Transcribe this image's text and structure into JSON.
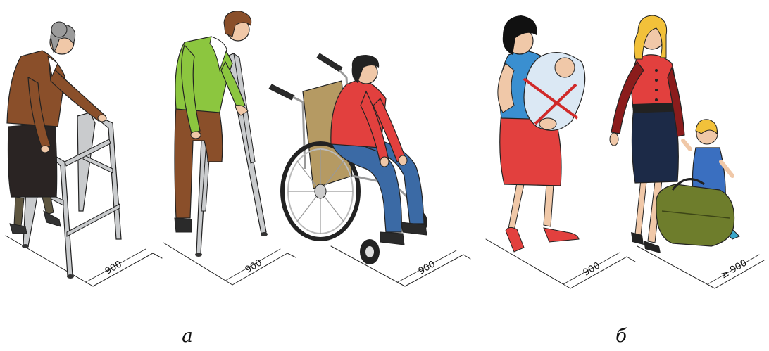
{
  "figures": [
    {
      "name": "elderly-woman-walker",
      "dimension": "900"
    },
    {
      "name": "man-on-crutches",
      "dimension": "900"
    },
    {
      "name": "woman-in-wheelchair",
      "dimension": "900"
    },
    {
      "name": "woman-with-infant",
      "dimension": "900"
    },
    {
      "name": "woman-with-child-and-bag",
      "dimension": "≥ 900"
    }
  ],
  "panel_labels": {
    "left": "а",
    "right": "б"
  },
  "colors": {
    "outline": "#222222",
    "brown_jacket": "#8a4f2a",
    "green_jacket": "#8cc63f",
    "red_top": "#e2403e",
    "blue_jeans": "#3b6aa5",
    "wheelchair_seat": "#b59a63",
    "blue_top": "#3a8fd0",
    "navy_skirt": "#1c2a47",
    "olive_bag": "#6e7d2c",
    "walker_metal": "#c9cbcd"
  }
}
